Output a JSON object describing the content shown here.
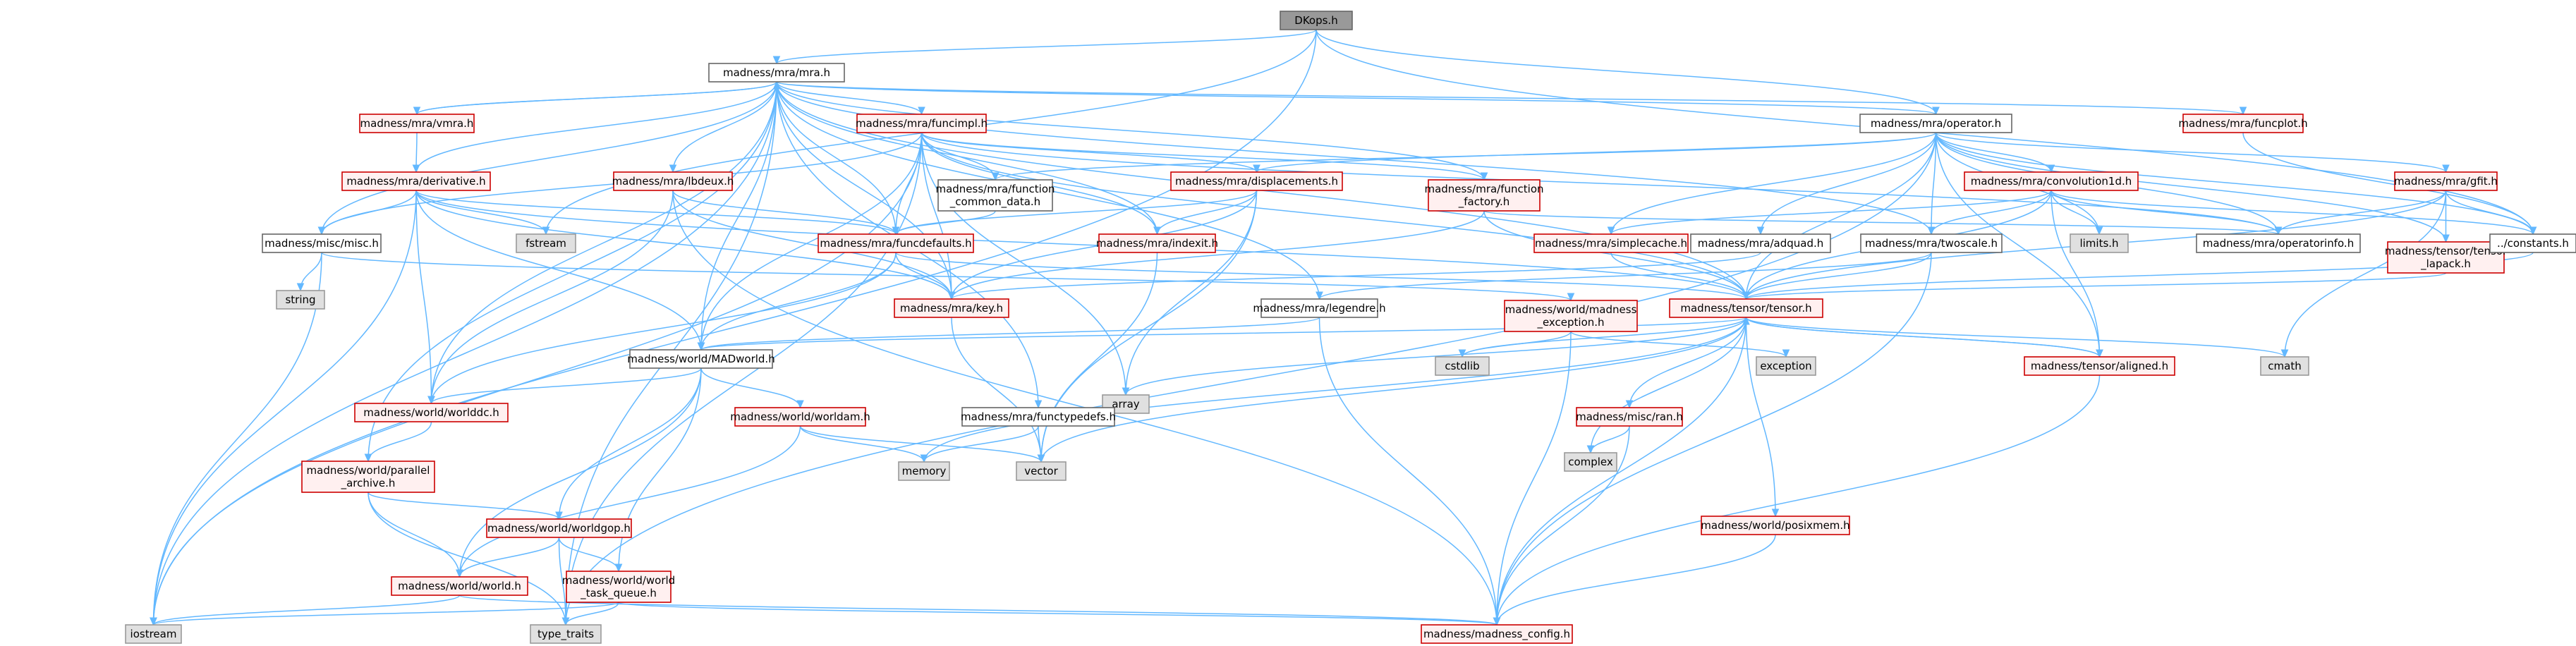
{
  "graph": {
    "nodes": [
      {
        "id": "dkops",
        "label": [
          "DKops.h"
        ],
        "kind": "focus"
      },
      {
        "id": "mra",
        "label": [
          "madness/mra/mra.h"
        ],
        "kind": "doc"
      },
      {
        "id": "operator",
        "label": [
          "madness/mra/operator.h"
        ],
        "kind": "doc"
      },
      {
        "id": "vmra",
        "label": [
          "madness/mra/vmra.h"
        ],
        "kind": "trunc"
      },
      {
        "id": "funcimpl",
        "label": [
          "madness/mra/funcimpl.h"
        ],
        "kind": "trunc"
      },
      {
        "id": "funcplot",
        "label": [
          "madness/mra/funcplot.h"
        ],
        "kind": "trunc"
      },
      {
        "id": "derivative",
        "label": [
          "madness/mra/derivative.h"
        ],
        "kind": "trunc"
      },
      {
        "id": "lbdeux",
        "label": [
          "madness/mra/lbdeux.h"
        ],
        "kind": "trunc"
      },
      {
        "id": "fcommon",
        "label": [
          "madness/mra/function",
          "_common_data.h"
        ],
        "kind": "doc"
      },
      {
        "id": "displacements",
        "label": [
          "madness/mra/displacements.h"
        ],
        "kind": "trunc"
      },
      {
        "id": "ffactory",
        "label": [
          "madness/mra/function",
          "_factory.h"
        ],
        "kind": "trunc"
      },
      {
        "id": "conv1d",
        "label": [
          "madness/mra/convolution1d.h"
        ],
        "kind": "trunc"
      },
      {
        "id": "gfit",
        "label": [
          "madness/mra/gfit.h"
        ],
        "kind": "trunc"
      },
      {
        "id": "miscmisc",
        "label": [
          "madness/misc/misc.h"
        ],
        "kind": "doc"
      },
      {
        "id": "fstream",
        "label": [
          "fstream"
        ],
        "kind": "sys"
      },
      {
        "id": "funcdefaults",
        "label": [
          "madness/mra/funcdefaults.h"
        ],
        "kind": "trunc"
      },
      {
        "id": "indexit",
        "label": [
          "madness/mra/indexit.h"
        ],
        "kind": "trunc"
      },
      {
        "id": "simplecache",
        "label": [
          "madness/mra/simplecache.h"
        ],
        "kind": "trunc"
      },
      {
        "id": "adquad",
        "label": [
          "madness/mra/adquad.h"
        ],
        "kind": "doc"
      },
      {
        "id": "twoscale",
        "label": [
          "madness/mra/twoscale.h"
        ],
        "kind": "doc"
      },
      {
        "id": "limits",
        "label": [
          "limits.h"
        ],
        "kind": "sys"
      },
      {
        "id": "operatorinfo",
        "label": [
          "madness/mra/operatorinfo.h"
        ],
        "kind": "doc"
      },
      {
        "id": "tlapack",
        "label": [
          "madness/tensor/tensor",
          "_lapack.h"
        ],
        "kind": "trunc"
      },
      {
        "id": "constants",
        "label": [
          "../constants.h"
        ],
        "kind": "doc"
      },
      {
        "id": "string",
        "label": [
          "string"
        ],
        "kind": "sys"
      },
      {
        "id": "key",
        "label": [
          "madness/mra/key.h"
        ],
        "kind": "trunc"
      },
      {
        "id": "legendre",
        "label": [
          "madness/mra/legendre.h"
        ],
        "kind": "doc"
      },
      {
        "id": "mexc",
        "label": [
          "madness/world/madness",
          "_exception.h"
        ],
        "kind": "trunc"
      },
      {
        "id": "tensor",
        "label": [
          "madness/tensor/tensor.h"
        ],
        "kind": "trunc"
      },
      {
        "id": "array",
        "label": [
          "array"
        ],
        "kind": "sys"
      },
      {
        "id": "cstdlib",
        "label": [
          "cstdlib"
        ],
        "kind": "sys"
      },
      {
        "id": "exception",
        "label": [
          "exception"
        ],
        "kind": "sys"
      },
      {
        "id": "aligned",
        "label": [
          "madness/tensor/aligned.h"
        ],
        "kind": "trunc"
      },
      {
        "id": "cmath",
        "label": [
          "cmath"
        ],
        "kind": "sys"
      },
      {
        "id": "madworld",
        "label": [
          "madness/world/MADworld.h"
        ],
        "kind": "doc"
      },
      {
        "id": "worlddc",
        "label": [
          "madness/world/worlddc.h"
        ],
        "kind": "trunc"
      },
      {
        "id": "worldam",
        "label": [
          "madness/world/worldam.h"
        ],
        "kind": "trunc"
      },
      {
        "id": "functypedefs",
        "label": [
          "madness/mra/functypedefs.h"
        ],
        "kind": "doc"
      },
      {
        "id": "ran",
        "label": [
          "madness/misc/ran.h"
        ],
        "kind": "trunc"
      },
      {
        "id": "complex",
        "label": [
          "complex"
        ],
        "kind": "sys"
      },
      {
        "id": "memory",
        "label": [
          "memory"
        ],
        "kind": "sys"
      },
      {
        "id": "vector",
        "label": [
          "vector"
        ],
        "kind": "sys"
      },
      {
        "id": "parchive",
        "label": [
          "madness/world/parallel",
          "_archive.h"
        ],
        "kind": "trunc"
      },
      {
        "id": "worldgop",
        "label": [
          "madness/world/worldgop.h"
        ],
        "kind": "trunc"
      },
      {
        "id": "posixmem",
        "label": [
          "madness/world/posixmem.h"
        ],
        "kind": "trunc"
      },
      {
        "id": "world",
        "label": [
          "madness/world/world.h"
        ],
        "kind": "trunc"
      },
      {
        "id": "wtq",
        "label": [
          "madness/world/world",
          "_task_queue.h"
        ],
        "kind": "trunc"
      },
      {
        "id": "iostream",
        "label": [
          "iostream"
        ],
        "kind": "sys"
      },
      {
        "id": "typetraits",
        "label": [
          "type_traits"
        ],
        "kind": "sys"
      },
      {
        "id": "mconfig",
        "label": [
          "madness/madness_config.h"
        ],
        "kind": "trunc"
      }
    ],
    "edges": [
      [
        "dkops",
        "mra"
      ],
      [
        "dkops",
        "operator"
      ],
      [
        "dkops",
        "constants"
      ],
      [
        "dkops",
        "iostream"
      ],
      [
        "dkops",
        "fstream"
      ],
      [
        "mra",
        "vmra"
      ],
      [
        "mra",
        "funcimpl"
      ],
      [
        "mra",
        "operator"
      ],
      [
        "mra",
        "funcplot"
      ],
      [
        "mra",
        "derivative"
      ],
      [
        "mra",
        "lbdeux"
      ],
      [
        "mra",
        "ffactory"
      ],
      [
        "mra",
        "miscmisc"
      ],
      [
        "mra",
        "funcdefaults"
      ],
      [
        "mra",
        "indexit"
      ],
      [
        "mra",
        "key"
      ],
      [
        "mra",
        "legendre"
      ],
      [
        "mra",
        "twoscale"
      ],
      [
        "mra",
        "tensor"
      ],
      [
        "mra",
        "madworld"
      ],
      [
        "mra",
        "worlddc"
      ],
      [
        "mra",
        "functypedefs"
      ],
      [
        "mra",
        "parchive"
      ],
      [
        "mra",
        "iostream"
      ],
      [
        "mra",
        "typetraits"
      ],
      [
        "vmra",
        "mra"
      ],
      [
        "vmra",
        "derivative"
      ],
      [
        "funcimpl",
        "fcommon"
      ],
      [
        "funcimpl",
        "displacements"
      ],
      [
        "funcimpl",
        "ffactory"
      ],
      [
        "funcimpl",
        "funcdefaults"
      ],
      [
        "funcimpl",
        "indexit"
      ],
      [
        "funcimpl",
        "key"
      ],
      [
        "funcimpl",
        "tensor"
      ],
      [
        "funcimpl",
        "madworld"
      ],
      [
        "funcimpl",
        "miscmisc"
      ],
      [
        "funcimpl",
        "array"
      ],
      [
        "funcimpl",
        "iostream"
      ],
      [
        "funcimpl",
        "typetraits"
      ],
      [
        "funcimpl",
        "operatorinfo"
      ],
      [
        "funcplot",
        "constants"
      ],
      [
        "derivative",
        "funcdefaults"
      ],
      [
        "derivative",
        "miscmisc"
      ],
      [
        "derivative",
        "key"
      ],
      [
        "derivative",
        "madworld"
      ],
      [
        "derivative",
        "worlddc"
      ],
      [
        "derivative",
        "tensor"
      ],
      [
        "derivative",
        "fstream"
      ],
      [
        "derivative",
        "iostream"
      ],
      [
        "lbdeux",
        "funcdefaults"
      ],
      [
        "lbdeux",
        "key"
      ],
      [
        "lbdeux",
        "worlddc"
      ],
      [
        "lbdeux",
        "mconfig"
      ],
      [
        "fcommon",
        "funcdefaults"
      ],
      [
        "displacements",
        "funcdefaults"
      ],
      [
        "displacements",
        "indexit"
      ],
      [
        "displacements",
        "key"
      ],
      [
        "displacements",
        "array"
      ],
      [
        "displacements",
        "vector"
      ],
      [
        "ffactory",
        "key"
      ],
      [
        "ffactory",
        "tensor"
      ],
      [
        "ffactory",
        "operatorinfo"
      ],
      [
        "operator",
        "fcommon"
      ],
      [
        "operator",
        "displacements"
      ],
      [
        "operator",
        "conv1d"
      ],
      [
        "operator",
        "gfit"
      ],
      [
        "operator",
        "simplecache"
      ],
      [
        "operator",
        "adquad"
      ],
      [
        "operator",
        "twoscale"
      ],
      [
        "operator",
        "operatorinfo"
      ],
      [
        "operator",
        "tlapack"
      ],
      [
        "operator",
        "constants"
      ],
      [
        "operator",
        "limits"
      ],
      [
        "operator",
        "tensor"
      ],
      [
        "operator",
        "aligned"
      ],
      [
        "operator",
        "typetraits"
      ],
      [
        "conv1d",
        "constants"
      ],
      [
        "conv1d",
        "tensor"
      ],
      [
        "conv1d",
        "aligned"
      ],
      [
        "conv1d",
        "simplecache"
      ],
      [
        "conv1d",
        "twoscale"
      ],
      [
        "conv1d",
        "limits"
      ],
      [
        "conv1d",
        "operatorinfo"
      ],
      [
        "gfit",
        "tensor"
      ],
      [
        "gfit",
        "tlapack"
      ],
      [
        "gfit",
        "constants"
      ],
      [
        "gfit",
        "operatorinfo"
      ],
      [
        "gfit",
        "cmath"
      ],
      [
        "miscmisc",
        "string"
      ],
      [
        "miscmisc",
        "iostream"
      ],
      [
        "miscmisc",
        "mexc"
      ],
      [
        "funcdefaults",
        "key"
      ],
      [
        "funcdefaults",
        "madworld"
      ],
      [
        "funcdefaults",
        "tensor"
      ],
      [
        "funcdefaults",
        "worlddc"
      ],
      [
        "indexit",
        "vector"
      ],
      [
        "simplecache",
        "tensor"
      ],
      [
        "adquad",
        "key"
      ],
      [
        "twoscale",
        "tensor"
      ],
      [
        "twoscale",
        "legendre"
      ],
      [
        "twoscale",
        "mconfig"
      ],
      [
        "tlapack",
        "tensor"
      ],
      [
        "constants",
        "tensor"
      ],
      [
        "key",
        "vector"
      ],
      [
        "legendre",
        "madworld"
      ],
      [
        "legendre",
        "mconfig"
      ],
      [
        "mexc",
        "cstdlib"
      ],
      [
        "mexc",
        "exception"
      ],
      [
        "mexc",
        "mconfig"
      ],
      [
        "tensor",
        "array"
      ],
      [
        "tensor",
        "cstdlib"
      ],
      [
        "tensor",
        "aligned"
      ],
      [
        "tensor",
        "cmath"
      ],
      [
        "tensor",
        "ran"
      ],
      [
        "tensor",
        "complex"
      ],
      [
        "tensor",
        "memory"
      ],
      [
        "tensor",
        "vector"
      ],
      [
        "tensor",
        "posixmem"
      ],
      [
        "tensor",
        "mconfig"
      ],
      [
        "tensor",
        "madworld"
      ],
      [
        "aligned",
        "tensor"
      ],
      [
        "aligned",
        "mconfig"
      ],
      [
        "ran",
        "complex"
      ],
      [
        "ran",
        "mconfig"
      ],
      [
        "posixmem",
        "mconfig"
      ],
      [
        "madworld",
        "worlddc"
      ],
      [
        "madworld",
        "worldam"
      ],
      [
        "madworld",
        "worldgop"
      ],
      [
        "madworld",
        "world"
      ],
      [
        "madworld",
        "wtq"
      ],
      [
        "worlddc",
        "parchive"
      ],
      [
        "worldam",
        "memory"
      ],
      [
        "worldam",
        "vector"
      ],
      [
        "worldam",
        "world"
      ],
      [
        "functypedefs",
        "memory"
      ],
      [
        "functypedefs",
        "vector"
      ],
      [
        "parchive",
        "worldgop"
      ],
      [
        "parchive",
        "world"
      ],
      [
        "parchive",
        "typetraits"
      ],
      [
        "worldgop",
        "world"
      ],
      [
        "worldgop",
        "wtq"
      ],
      [
        "worldgop",
        "typetraits"
      ],
      [
        "world",
        "iostream"
      ],
      [
        "world",
        "mconfig"
      ],
      [
        "wtq",
        "typetraits"
      ],
      [
        "wtq",
        "mconfig"
      ],
      [
        "wtq",
        "iostream"
      ]
    ]
  }
}
